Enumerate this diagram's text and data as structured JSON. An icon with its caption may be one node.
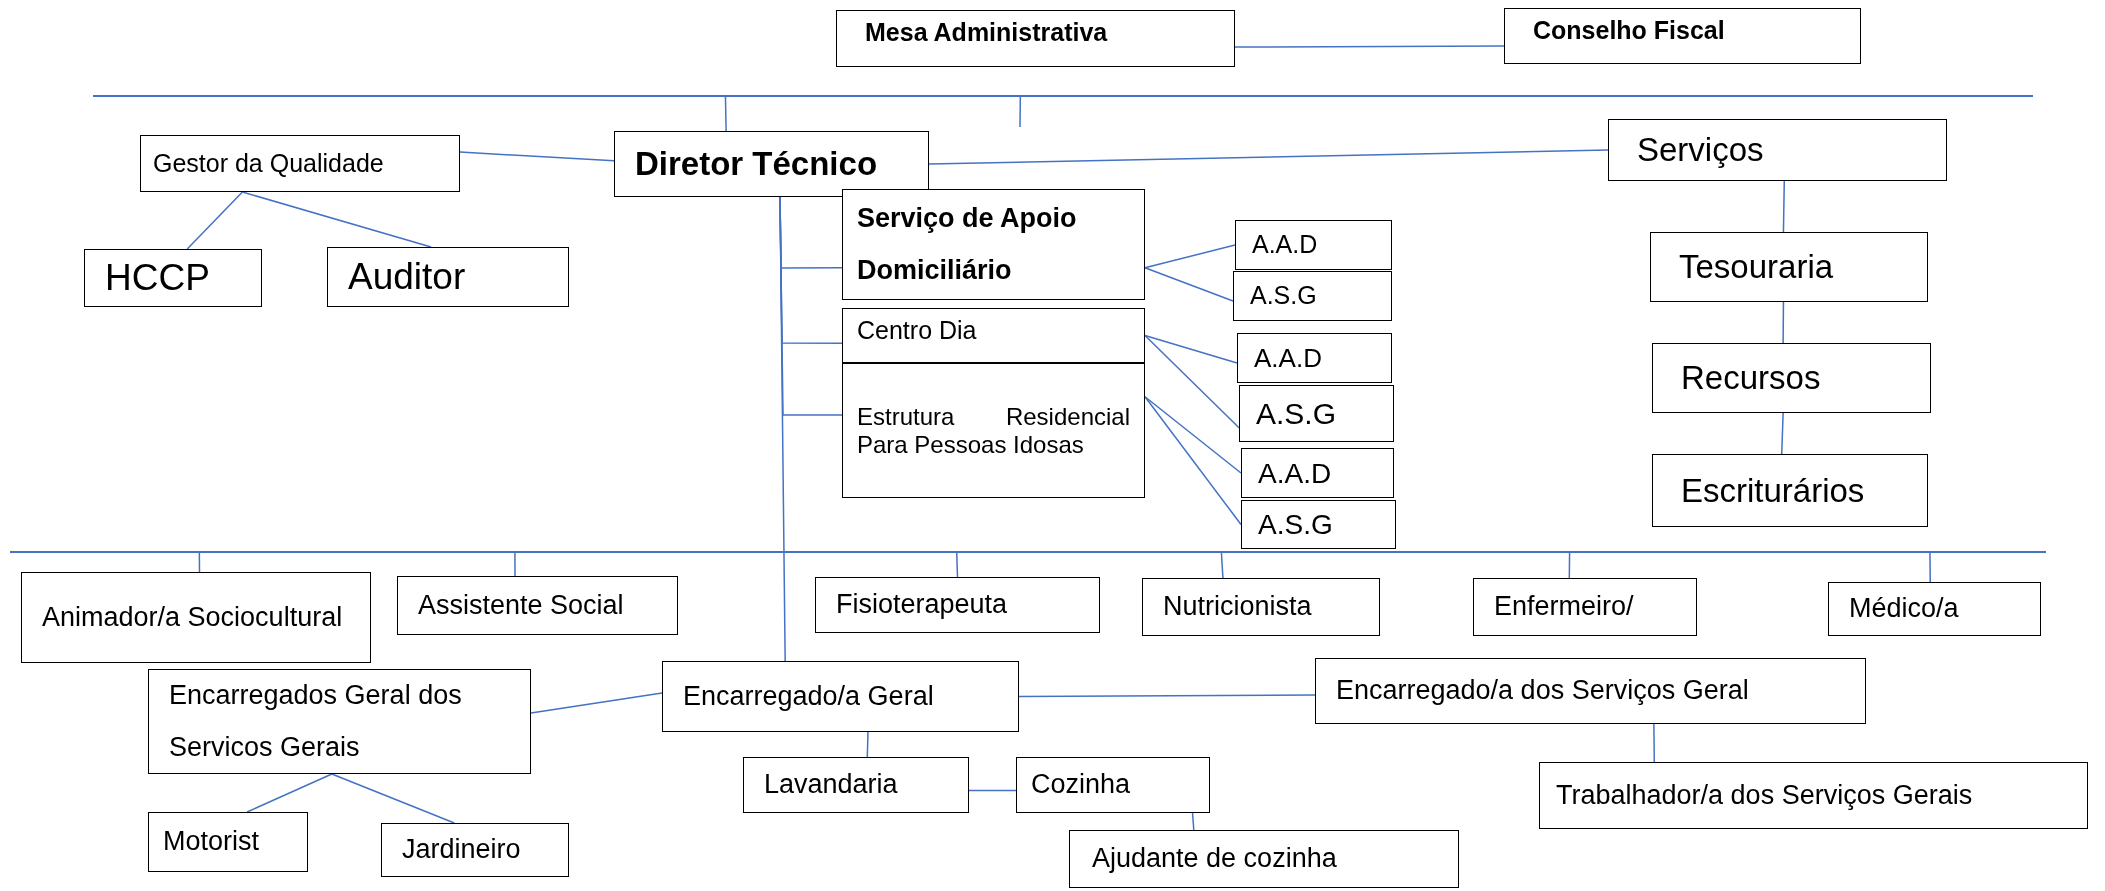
{
  "diagram": {
    "nodes": [
      {
        "text": [
          "Mesa Administrativa"
        ]
      },
      {
        "text": [
          "Conselho Fiscal"
        ]
      },
      {
        "text": [],
        "shape": "bar"
      },
      {
        "text": [
          "Gestor da Qualidade"
        ]
      },
      {
        "text": [
          "Diretor Técnico"
        ]
      },
      {
        "text": [
          "Serviços"
        ]
      },
      {
        "text": [
          "HCCP"
        ]
      },
      {
        "text": [
          "Auditor"
        ]
      },
      {
        "text": [
          "Serviço de Apoio Domiciliário"
        ]
      },
      {
        "text": [
          "Centro Dia"
        ]
      },
      {
        "text": [
          "Estrutura Residencial Para Pessoas Idosas"
        ]
      },
      {
        "text": [
          "A.A.D"
        ]
      },
      {
        "text": [
          "A.S.G"
        ]
      },
      {
        "text": [
          "A.A.D"
        ]
      },
      {
        "text": [
          "A.S.G"
        ]
      },
      {
        "text": [
          "A.A.D"
        ]
      },
      {
        "text": [
          "A.S.G"
        ]
      },
      {
        "text": [
          "Tesouraria"
        ]
      },
      {
        "text": [
          "Recursos"
        ]
      },
      {
        "text": [
          "Escriturários"
        ]
      },
      {
        "text": [],
        "shape": "bar"
      },
      {
        "text": [
          "Animador/a Sociocultural"
        ]
      },
      {
        "text": [
          "Assistente Social"
        ]
      },
      {
        "text": [
          "Fisioterapeuta"
        ]
      },
      {
        "text": [
          "Nutricionista"
        ]
      },
      {
        "text": [
          "Enfermeiro/"
        ]
      },
      {
        "text": [
          "Médico/a"
        ]
      },
      {
        "text": [
          "Encarregados Geral dos Servicos Gerais"
        ]
      },
      {
        "text": [
          "Encarregado/a Geral"
        ]
      },
      {
        "text": [
          "Encarregado/a dos Serviços Geral"
        ]
      },
      {
        "text": [
          "Lavandaria"
        ]
      },
      {
        "text": [
          "Cozinha"
        ]
      },
      {
        "text": [
          "Motorist"
        ]
      },
      {
        "text": [
          "Jardineiro"
        ]
      },
      {
        "text": [
          "Trabalhador/a dos Serviços Gerais"
        ]
      },
      {
        "text": [
          "Ajudante de cozinha"
        ]
      }
    ],
    "edges": [
      {
        "from": 0,
        "to": 1,
        "arrow": "none"
      },
      {
        "from": 2,
        "to": 4,
        "arrow": "none"
      },
      {
        "from": 2,
        "to": null,
        "arrow": "none"
      },
      {
        "from": 4,
        "to": 3,
        "arrow": "none"
      },
      {
        "from": 4,
        "to": 5,
        "arrow": "none"
      },
      {
        "from": 3,
        "to": 6,
        "arrow": "none"
      },
      {
        "from": 3,
        "to": 7,
        "arrow": "none"
      },
      {
        "from": 4,
        "to": 8,
        "arrow": "none"
      },
      {
        "from": 4,
        "to": 9,
        "arrow": "none"
      },
      {
        "from": 4,
        "to": 10,
        "arrow": "none"
      },
      {
        "from": 4,
        "to": 28,
        "arrow": "none"
      },
      {
        "from": 8,
        "to": 11,
        "arrow": "none"
      },
      {
        "from": 8,
        "to": 12,
        "arrow": "none"
      },
      {
        "from": 9,
        "to": 13,
        "arrow": "none"
      },
      {
        "from": 9,
        "to": 14,
        "arrow": "none"
      },
      {
        "from": 10,
        "to": 15,
        "arrow": "none"
      },
      {
        "from": 10,
        "to": 16,
        "arrow": "none"
      },
      {
        "from": 5,
        "to": 17,
        "arrow": "none"
      },
      {
        "from": 17,
        "to": 18,
        "arrow": "none"
      },
      {
        "from": 18,
        "to": 19,
        "arrow": "none"
      },
      {
        "from": 20,
        "to": 21,
        "arrow": "none"
      },
      {
        "from": 20,
        "to": 22,
        "arrow": "none"
      },
      {
        "from": 20,
        "to": 23,
        "arrow": "none"
      },
      {
        "from": 20,
        "to": 24,
        "arrow": "none"
      },
      {
        "from": 20,
        "to": 25,
        "arrow": "none"
      },
      {
        "from": 20,
        "to": 26,
        "arrow": "none"
      },
      {
        "from": 28,
        "to": 27,
        "arrow": "none"
      },
      {
        "from": 28,
        "to": 29,
        "arrow": "none"
      },
      {
        "from": 28,
        "to": 30,
        "arrow": "none"
      },
      {
        "from": 30,
        "to": 31,
        "arrow": "none"
      },
      {
        "from": 31,
        "to": 35,
        "arrow": "none"
      },
      {
        "from": 29,
        "to": 34,
        "arrow": "none"
      },
      {
        "from": 27,
        "to": 32,
        "arrow": "none"
      },
      {
        "from": 27,
        "to": 33,
        "arrow": "none"
      }
    ]
  }
}
